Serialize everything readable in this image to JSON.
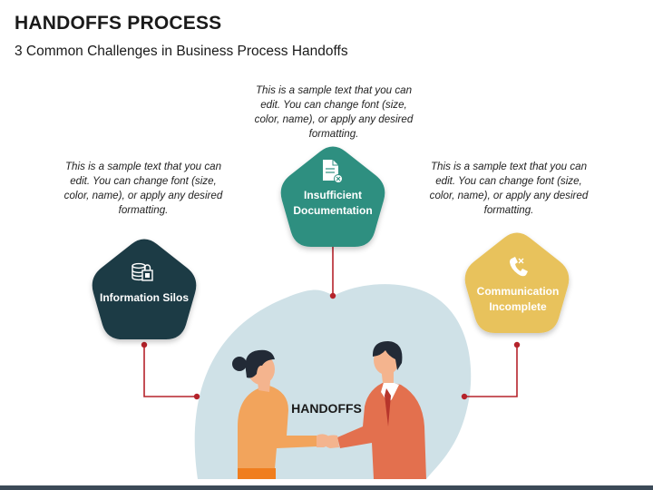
{
  "header": {
    "title": "HANDOFFS PROCESS",
    "subtitle": "3 Common Challenges in Business Process Handoffs"
  },
  "center": {
    "label": "HANDOFFS"
  },
  "challenges": [
    {
      "label": "Information Silos",
      "description": "This is a sample text that you can edit. You can change font (size, color, name), or apply any desired formatting.",
      "color": "#1f3b45",
      "icon": "database-lock-icon"
    },
    {
      "label": "Insufficient Documentation",
      "description": "This is a sample text that you can edit. You can change font (size, color, name), or apply any desired formatting.",
      "color": "#2f8f80",
      "icon": "document-x-icon"
    },
    {
      "label": "Communication Incomplete",
      "description": "This is a sample text that you can edit. You can change font (size, color, name), or apply any desired formatting.",
      "color": "#e8c25b",
      "icon": "phone-x-icon"
    }
  ],
  "colors": {
    "connector": "#b5232b",
    "blob": "#cfe1e7",
    "woman_shirt": "#f2a45c",
    "man_suit": "#e3704e",
    "skin": "#f4b48e",
    "hair": "#222a36"
  }
}
